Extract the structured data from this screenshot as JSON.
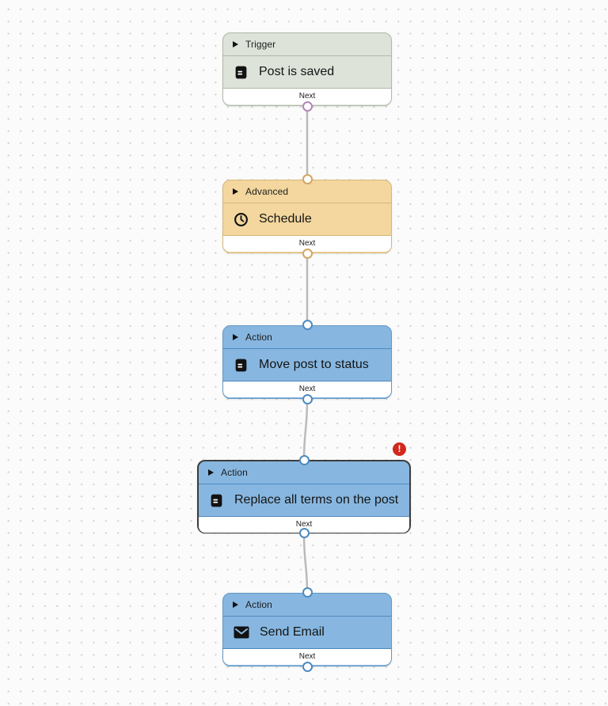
{
  "canvas": {
    "background": "#fafbfa",
    "dot_color": "#d4d4d4",
    "edge_color": "#bababa"
  },
  "nodes": [
    {
      "id": "trigger-post-is-saved",
      "kind_label": "Trigger",
      "title": "Post is saved",
      "icon": "document-icon",
      "next_label": "Next",
      "selected": false,
      "has_error": false,
      "colors": {
        "bg": "#dde3d8",
        "border": "#afbaa7",
        "separator": "#afbaa7",
        "port": "#b287b7"
      }
    },
    {
      "id": "advanced-schedule",
      "kind_label": "Advanced",
      "title": "Schedule",
      "icon": "clock-icon",
      "next_label": "Next",
      "selected": false,
      "has_error": false,
      "colors": {
        "bg": "#f3d79e",
        "border": "#d7b678",
        "separator": "#d7b678",
        "port": "#d0a765"
      }
    },
    {
      "id": "action-move-post-to-status",
      "kind_label": "Action",
      "title": "Move post to status",
      "icon": "document-icon",
      "next_label": "Next",
      "selected": false,
      "has_error": false,
      "colors": {
        "bg": "#87b7e0",
        "border": "#6397c5",
        "separator": "#5088bd",
        "port": "#4e8bc0"
      }
    },
    {
      "id": "action-replace-all-terms-on-the-post",
      "kind_label": "Action",
      "title": "Replace all terms on the post",
      "icon": "document-icon",
      "next_label": "Next",
      "selected": true,
      "has_error": true,
      "colors": {
        "bg": "#87b7e0",
        "border": "#3d3d3d",
        "separator": "#5088bd",
        "port": "#4e8bc0"
      }
    },
    {
      "id": "action-send-email",
      "kind_label": "Action",
      "title": "Send Email",
      "icon": "envelope-icon",
      "next_label": "Next",
      "selected": false,
      "has_error": false,
      "colors": {
        "bg": "#87b7e0",
        "border": "#6397c5",
        "separator": "#5088bd",
        "port": "#4e8bc0"
      }
    }
  ],
  "edges": [
    {
      "from": "Post is saved",
      "output": "Next",
      "to": "Schedule"
    },
    {
      "from": "Schedule",
      "output": "Next",
      "to": "Move post to status"
    },
    {
      "from": "Move post to status",
      "output": "Next",
      "to": "Replace all terms on the post"
    },
    {
      "from": "Replace all terms on the post",
      "output": "Next",
      "to": "Send Email"
    }
  ],
  "error_badge": {
    "glyph": "!",
    "color": "#d3281c"
  }
}
